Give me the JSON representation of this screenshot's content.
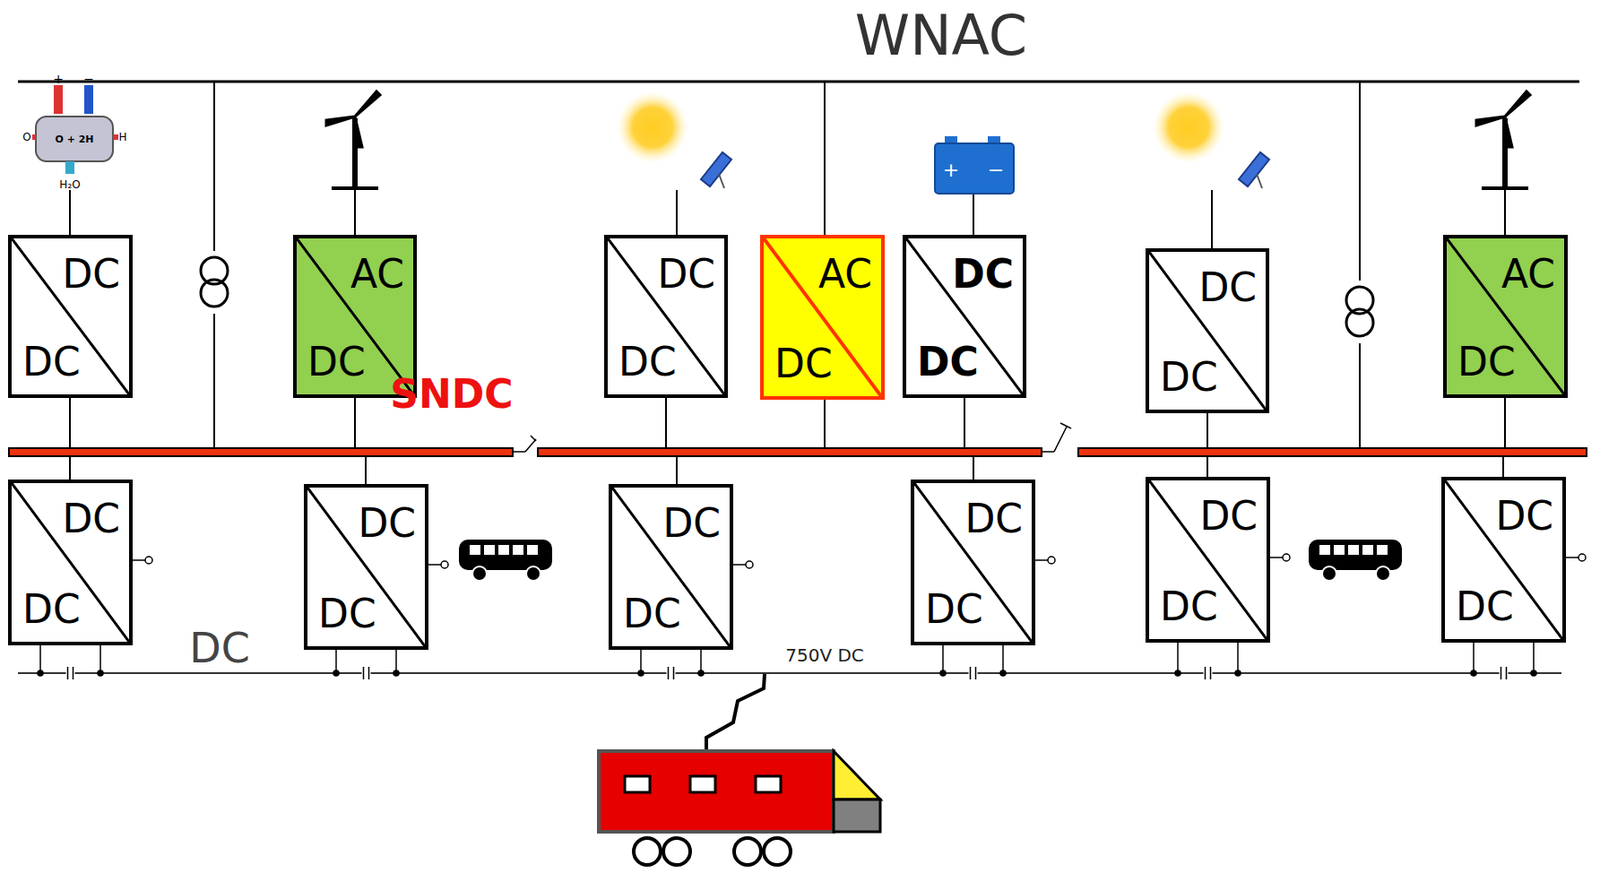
{
  "diagram": {
    "title": "WNAC",
    "nodes": [
      {
        "text": [
          "DC",
          "DC"
        ]
      },
      {
        "text": [
          "AC",
          "DC"
        ]
      },
      {
        "text": [
          "DC",
          "DC"
        ]
      },
      {
        "text": [
          "AC",
          "DC"
        ]
      },
      {
        "text": [
          "DC",
          "DC"
        ]
      },
      {
        "text": [
          "DC",
          "DC"
        ]
      },
      {
        "text": [
          "AC",
          "DC"
        ]
      },
      {
        "text": [
          "DC",
          "DC"
        ]
      },
      {
        "text": [
          "DC",
          "DC"
        ]
      },
      {
        "text": [
          "DC",
          "DC"
        ]
      },
      {
        "text": [
          "DC",
          "DC"
        ]
      },
      {
        "text": [
          "DC",
          "DC"
        ]
      },
      {
        "text": [
          "DC",
          "DC"
        ]
      }
    ],
    "labels": [
      "SNDC",
      "DC",
      "750V DC",
      "O + 2H",
      "O",
      "H",
      "H₂O",
      "+",
      "−",
      "+",
      "−"
    ]
  }
}
